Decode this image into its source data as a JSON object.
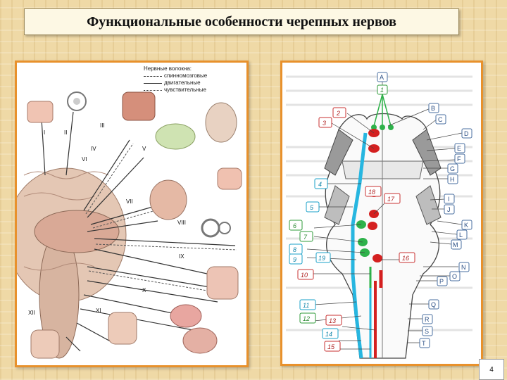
{
  "title": "Функциональные особенности черепных нервов",
  "legend": {
    "heading": "Нервные волокна:",
    "items": [
      "спинномозговые",
      "двигательные",
      "чувствительные"
    ]
  },
  "left_nerve_labels": [
    "I",
    "II",
    "III",
    "IV",
    "V",
    "VI",
    "VII",
    "VIII",
    "IX",
    "X",
    "XI",
    "XII"
  ],
  "right_letter_labels": [
    "A",
    "B",
    "C",
    "D",
    "E",
    "F",
    "G",
    "H",
    "I",
    "J",
    "K",
    "L",
    "M",
    "N",
    "O",
    "P",
    "Q",
    "R",
    "S",
    "T"
  ],
  "right_number_labels": [
    "1",
    "2",
    "3",
    "4",
    "5",
    "6",
    "7",
    "8",
    "9",
    "10",
    "11",
    "12",
    "13",
    "14",
    "15",
    "16",
    "17",
    "18",
    "19"
  ],
  "page_number": "4",
  "colors": {
    "background": "#efd9a6",
    "panel_border": "#e8912c",
    "motor_red": "#d42020",
    "sensory_cyan": "#27b6e0",
    "autonomic_green": "#2eb24a",
    "letter_label": "#2b4f85"
  }
}
